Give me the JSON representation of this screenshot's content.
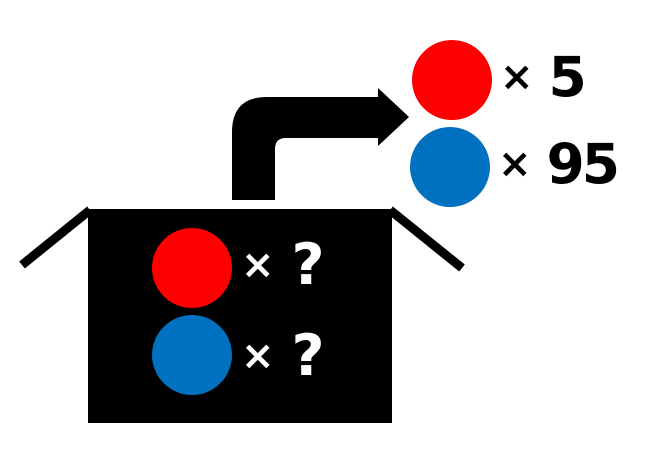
{
  "colors": {
    "red": "#fe0000",
    "blue": "#0070c0",
    "box": "#000000",
    "arrow": "#000000",
    "sample_text": "#000000",
    "box_text": "#ffffff"
  },
  "sample": {
    "rows": [
      {
        "ball": "red",
        "times_sign": "×",
        "count": "5"
      },
      {
        "ball": "blue",
        "times_sign": "×",
        "count": "95"
      }
    ]
  },
  "box": {
    "rows": [
      {
        "ball": "red",
        "times_sign": "×",
        "count": "?"
      },
      {
        "ball": "blue",
        "times_sign": "×",
        "count": "?"
      }
    ]
  }
}
